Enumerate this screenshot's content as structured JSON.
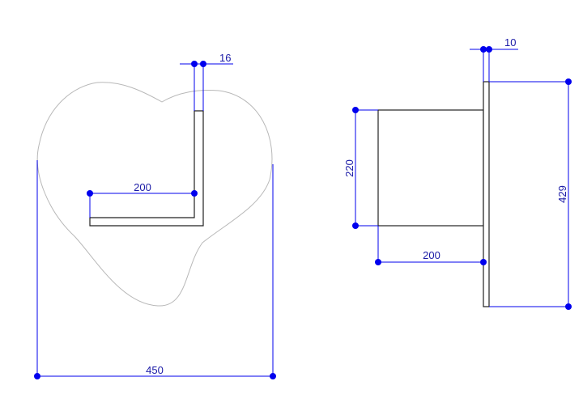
{
  "drawing": {
    "left_view": {
      "width_dimension": "450",
      "depth_dimension": "200",
      "thickness_dimension": "16",
      "outline_shape": "heart"
    },
    "right_view": {
      "height_dimension": "429",
      "thickness_dimension": "10",
      "shelf_height_dimension": "220",
      "shelf_depth_dimension": "200"
    },
    "colors": {
      "dimension": "#0000ee",
      "dimension_text": "#1a1aa6",
      "part": "#222222",
      "outline": "#b8b8b8"
    }
  }
}
